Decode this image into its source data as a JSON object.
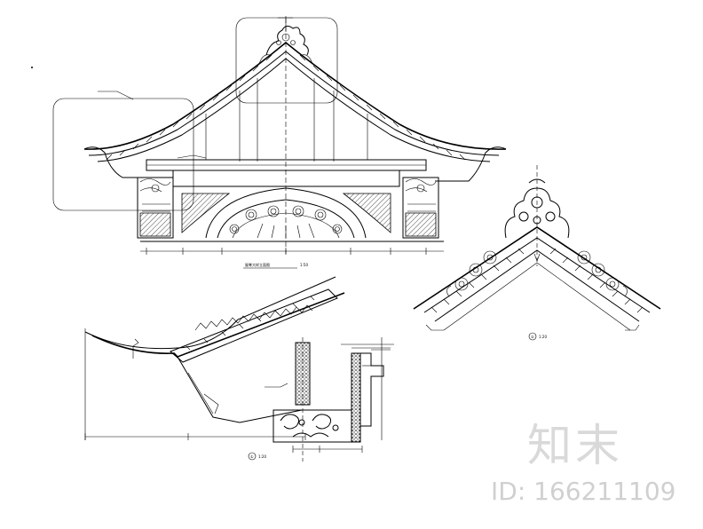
{
  "watermark": {
    "logo_text": "知末",
    "id_text": "ID: 166211109"
  },
  "drawing": {
    "elevation_title": "屋脊大样立面图",
    "elevation_scale": "1:50",
    "ridge_label": "②",
    "ridge_scale": "1:20",
    "eave_label": "①",
    "eave_scale": "1:20"
  }
}
